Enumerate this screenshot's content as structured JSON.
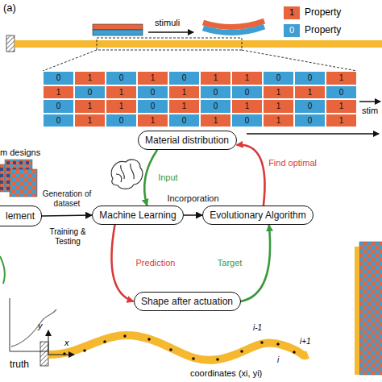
{
  "diagram": {
    "nodes": [
      {
        "text": [
          "Material distribution"
        ]
      },
      {
        "text": [
          "lement"
        ]
      },
      {
        "text": [
          "Machine Learning"
        ]
      },
      {
        "text": [
          "Evolutionary Algorithm"
        ]
      },
      {
        "text": [
          "Shape after actuation"
        ]
      }
    ],
    "edges": [
      {
        "from": 0,
        "to": 2,
        "label": "Input",
        "arrow": "to"
      },
      {
        "from": 2,
        "to": 4,
        "label": "Prediction",
        "arrow": "to"
      },
      {
        "from": 4,
        "to": 3,
        "label": "Target",
        "arrow": "to"
      },
      {
        "from": 3,
        "to": 0,
        "label": "Find optimal",
        "arrow": "to"
      },
      {
        "from": 2,
        "to": 3,
        "label": "Incorporation",
        "arrow": "to"
      },
      {
        "from": 1,
        "to": 2,
        "label": "Generation of dataset",
        "arrow": "to"
      }
    ],
    "labels": [
      "(a)",
      "stimuli",
      "1",
      "0",
      "0",
      "1",
      "0",
      "1",
      "0",
      "1",
      "1",
      "0",
      "0",
      "1",
      "1",
      "0",
      "1",
      "0",
      "1",
      "0",
      "0",
      "1",
      "1",
      "0",
      "0",
      "1",
      "1",
      "0",
      "1",
      "0",
      "1",
      "1",
      "0",
      "1",
      "0",
      "1",
      "0",
      "1",
      "0",
      "1",
      "0",
      "1",
      "0",
      "1",
      "stim",
      "m designs",
      "Training & Testing",
      "truth",
      "y",
      "x",
      "i-1",
      "i",
      "i+1",
      "coordinates (xi, yi)"
    ],
    "legend": [
      {
        "text": "Property",
        "color": "#e8643c"
      },
      {
        "text": "Property",
        "color": "#3d9fd4"
      }
    ]
  }
}
